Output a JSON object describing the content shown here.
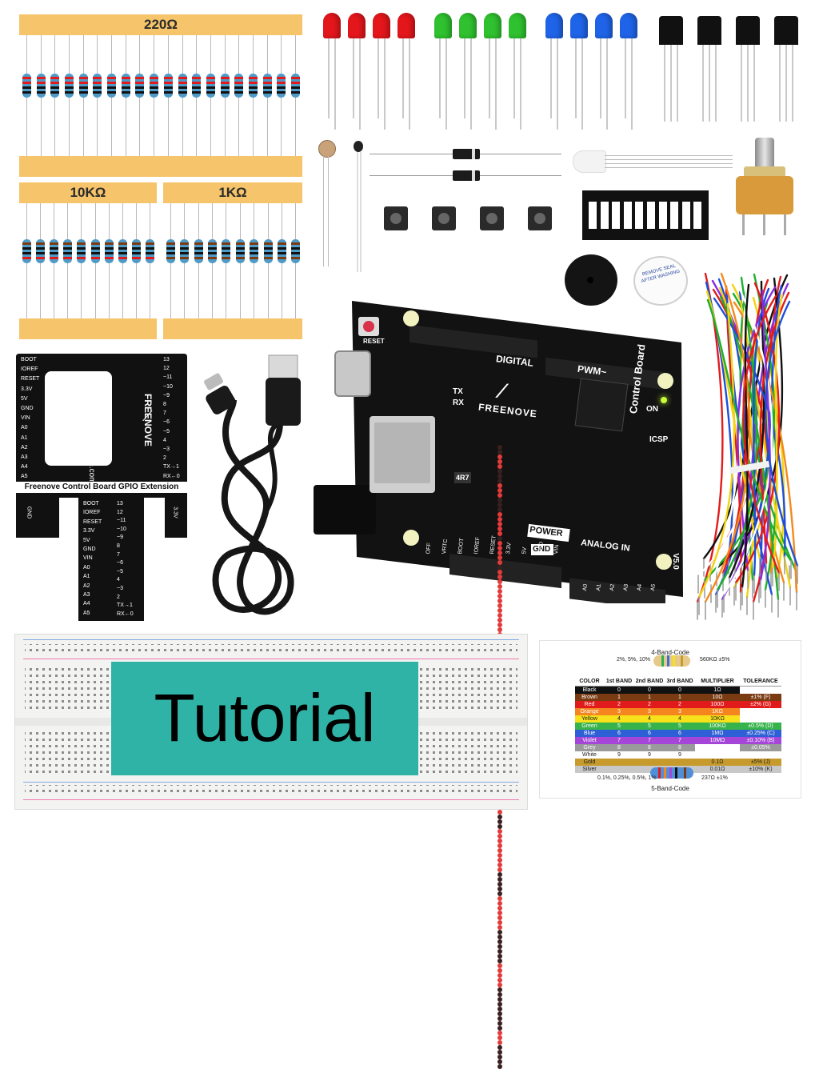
{
  "resistors": {
    "r220": {
      "label": "220Ω"
    },
    "r10k": {
      "label": "10KΩ"
    },
    "r1k": {
      "label": "1KΩ"
    }
  },
  "extension_board": {
    "brand_url": "www.freenove.com",
    "brand": "FREENOVE",
    "title": "Freenove Control Board GPIO Extension",
    "pins_left": [
      "BOOT",
      "IOREF",
      "RESET",
      "3.3V",
      "5V",
      "GND",
      "VIN",
      "A0",
      "A1",
      "A2",
      "A3",
      "A4",
      "A5"
    ],
    "pins_right": [
      "13",
      "12",
      "~11",
      "~10",
      "~9",
      "8",
      "7",
      "~6",
      "~5",
      "4",
      "~3",
      "2",
      "TX→1",
      "RX←0"
    ],
    "gnd_label": "GND",
    "v33_label": "3.3V"
  },
  "control_board": {
    "reset": "RESET",
    "digital": "DIGITAL",
    "pwm": "PWM~",
    "brand": "FREENOVE",
    "name": "Control Board",
    "version": "V5.0",
    "on": "ON",
    "icsp": "ICSP",
    "tx": "TX",
    "rx": "RX",
    "power": "POWER",
    "gnd": "GND",
    "analog_in": "ANALOG IN",
    "power_pins": [
      "OFF",
      "VRTC",
      "BOOT",
      "IOREF",
      "RESET",
      "3.3V",
      "5V",
      "GND",
      "VIN"
    ],
    "analog_pins": [
      "A0",
      "A1",
      "A2",
      "A3",
      "A4",
      "A5"
    ],
    "chip_label": "4R7"
  },
  "buzzer": {
    "label": "REMOVE SEAL AFTER WASHING"
  },
  "breadboard": {
    "label": "Tutorial"
  },
  "color_code_card": {
    "band4_title": "4-Band-Code",
    "band4_left": "2%, 5%, 10%",
    "band4_right": "560KΩ ±5%",
    "band5_title": "5-Band-Code",
    "band5_left": "0.1%, 0.25%, 0.5%, 1%",
    "band5_right": "237Ω ±1%",
    "headers": [
      "COLOR",
      "1st BAND",
      "2nd BAND",
      "3rd BAND",
      "MULTIPLIER",
      "TOLERANCE"
    ],
    "rows": [
      {
        "name": "Black",
        "b1": "0",
        "b2": "0",
        "b3": "0",
        "mult": "1Ω",
        "tol": "",
        "color": "#111111",
        "text": "#ffffff"
      },
      {
        "name": "Brown",
        "b1": "1",
        "b2": "1",
        "b3": "1",
        "mult": "10Ω",
        "tol": "±1%   (F)",
        "color": "#7a3b12",
        "text": "#ffffff"
      },
      {
        "name": "Red",
        "b1": "2",
        "b2": "2",
        "b3": "2",
        "mult": "100Ω",
        "tol": "±2%   (G)",
        "color": "#e11b1b",
        "text": "#ffffff"
      },
      {
        "name": "Orange",
        "b1": "3",
        "b2": "3",
        "b3": "3",
        "mult": "1KΩ",
        "tol": "",
        "color": "#f5861f",
        "text": "#ffffff"
      },
      {
        "name": "Yellow",
        "b1": "4",
        "b2": "4",
        "b3": "4",
        "mult": "10KΩ",
        "tol": "",
        "color": "#f6e11a",
        "text": "#222222"
      },
      {
        "name": "Green",
        "b1": "5",
        "b2": "5",
        "b3": "5",
        "mult": "100KΩ",
        "tol": "±0.5%  (D)",
        "color": "#36b34a",
        "text": "#ffffff"
      },
      {
        "name": "Blue",
        "b1": "6",
        "b2": "6",
        "b3": "6",
        "mult": "1MΩ",
        "tol": "±0.25% (C)",
        "color": "#2f5fd6",
        "text": "#ffffff"
      },
      {
        "name": "Violet",
        "b1": "7",
        "b2": "7",
        "b3": "7",
        "mult": "10MΩ",
        "tol": "±0.10% (B)",
        "color": "#a546d8",
        "text": "#ffffff"
      },
      {
        "name": "Grey",
        "b1": "8",
        "b2": "8",
        "b3": "8",
        "mult": "",
        "tol": "±0.05%",
        "color": "#9a9a9a",
        "text": "#ffffff"
      },
      {
        "name": "White",
        "b1": "9",
        "b2": "9",
        "b3": "9",
        "mult": "",
        "tol": "",
        "color": "#ffffff",
        "text": "#222222"
      },
      {
        "name": "Gold",
        "b1": "",
        "b2": "",
        "b3": "",
        "mult": "0.1Ω",
        "tol": "±5%   (J)",
        "color": "#c69a2b",
        "text": "#222222"
      },
      {
        "name": "Silver",
        "b1": "",
        "b2": "",
        "b3": "",
        "mult": "0.01Ω",
        "tol": "±10%  (K)",
        "color": "#c8c8c8",
        "text": "#222222"
      }
    ]
  },
  "colors": {
    "resistor_tape": "#f6c46a",
    "pcb_black": "#111111",
    "breadboard_cyan": "#2fb3a7",
    "led_red": "#e3161b",
    "led_green": "#2fc12f",
    "led_blue": "#1f64e8",
    "matrix_led": "#e23b3b"
  }
}
